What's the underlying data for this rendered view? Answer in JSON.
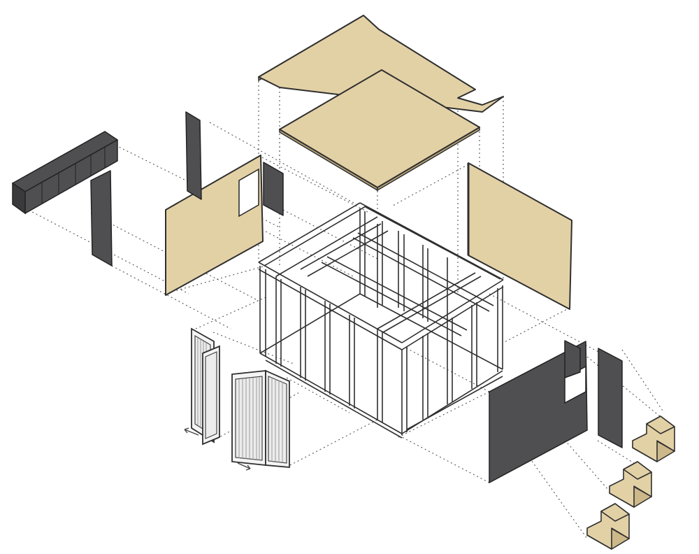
{
  "diagram": {
    "type": "exploded-isometric-assembly",
    "colors": {
      "plywood": "#e3d1a6",
      "dark_panel": "#4f4f52",
      "frame_stroke": "#2f2f2f",
      "background": "#ffffff"
    },
    "components": [
      "roof-panel-with-notch",
      "ceiling-panel",
      "left-plywood-wall-with-window",
      "right-plywood-wall",
      "timber-frame",
      "dark-shelf-unit",
      "dark-post-panels",
      "dark-front-wall-with-window",
      "folding-slatted-doors",
      "plywood-steps"
    ]
  }
}
